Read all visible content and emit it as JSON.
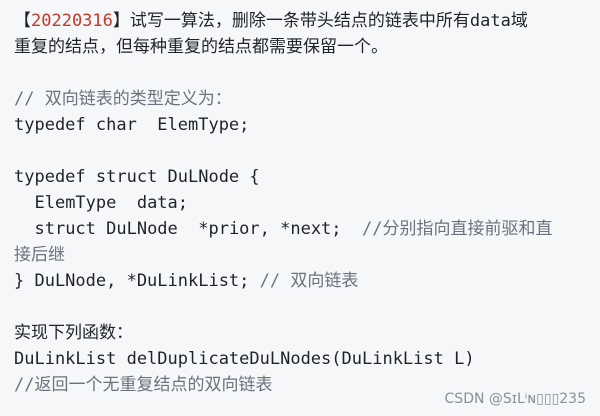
{
  "problem": {
    "bracket_open": "【",
    "date": "20220316",
    "bracket_close": "】",
    "text_line1": "试写一算法，删除一条带头结点的链表中所有data域",
    "text_line2": "重复的结点，但每种重复的结点都需要保留一个。"
  },
  "code": {
    "comment_type_def": "// 双向链表的类型定义为：",
    "typedef_elem": "typedef char  ElemType;",
    "typedef_struct": "typedef struct DuLNode {",
    "field_data": "  ElemType  data;",
    "field_ptrs_code": "  struct DuLNode  *prior, *next;  ",
    "field_ptrs_comment_a": "//分别指向直接前驱和直",
    "field_ptrs_comment_b": "接后继",
    "struct_close_code": "} DuLNode, *DuLinkList; ",
    "struct_close_comment": "// 双向链表"
  },
  "task": {
    "heading": "实现下列函数：",
    "signature": "DuLinkList delDuplicateDuLNodes(DuLinkList L)",
    "return_comment": "//返回一个无重复结点的双向链表"
  },
  "watermark": "CSDN @SɪLⁱɴ▯▯▯235"
}
